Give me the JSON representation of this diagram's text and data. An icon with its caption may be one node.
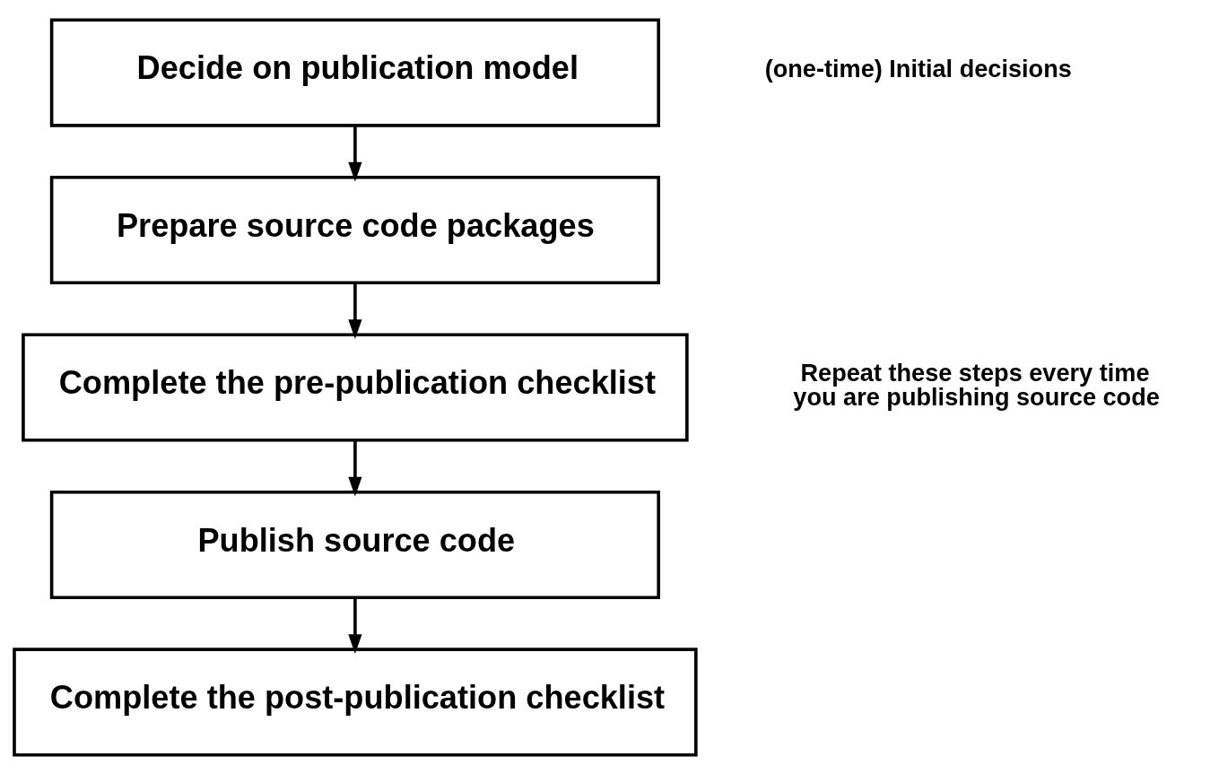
{
  "diagram": {
    "nodes": [
      {
        "text": [
          "Decide on publication model"
        ]
      },
      {
        "text": [
          "Prepare source code packages"
        ]
      },
      {
        "text": [
          "Complete the pre-publication checklist"
        ]
      },
      {
        "text": [
          "Publish source code"
        ]
      },
      {
        "text": [
          "Complete the post-publication checklist"
        ]
      }
    ],
    "edges": [
      {
        "from": 0,
        "to": 1,
        "arrow": "to"
      },
      {
        "from": 1,
        "to": 2,
        "arrow": "to"
      },
      {
        "from": 2,
        "to": 3,
        "arrow": "to"
      },
      {
        "from": 3,
        "to": 4,
        "arrow": "to"
      }
    ],
    "labels": [
      "(one-time) Initial decisions",
      "Repeat these steps every time you are publishing source code"
    ]
  }
}
